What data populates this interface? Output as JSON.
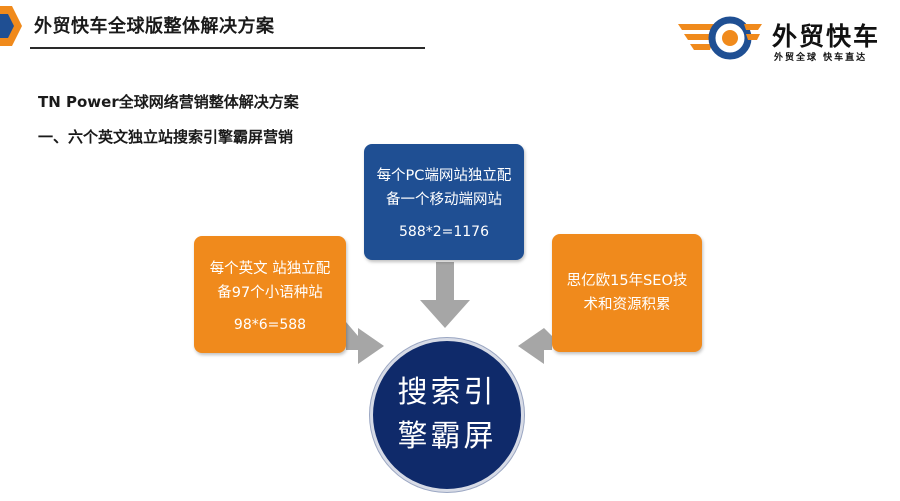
{
  "header": {
    "title": "外贸快车全球版整体解决方案"
  },
  "logo": {
    "name": "外贸快车",
    "tagline": "外贸全球  快车直达",
    "icon": "wings-circle-logo",
    "colors": {
      "primary": "#f08a1c",
      "ring": "#1f4f93"
    }
  },
  "main": {
    "heading": "TN Power全球网络营销整体解决方案",
    "subheading": "一、六个英文独立站搜索引擎霸屏营销"
  },
  "diagram": {
    "top_box": {
      "line1": "每个PC端网站独立配",
      "line2": "备一个移动端网站",
      "calc": "588*2=1176"
    },
    "left_box": {
      "line1": "每个英文 站独立配",
      "line2": "备97个小语种站",
      "calc": "98*6=588"
    },
    "right_box": {
      "line1": "思亿欧15年SEO技",
      "line2": "术和资源积累"
    },
    "center": {
      "line1": "搜索引",
      "line2": "擎霸屏"
    },
    "colors": {
      "blue": "#1f4f93",
      "orange": "#f08a1c",
      "navy": "#0f2a6a",
      "arrow": "#a6a6a6"
    }
  }
}
